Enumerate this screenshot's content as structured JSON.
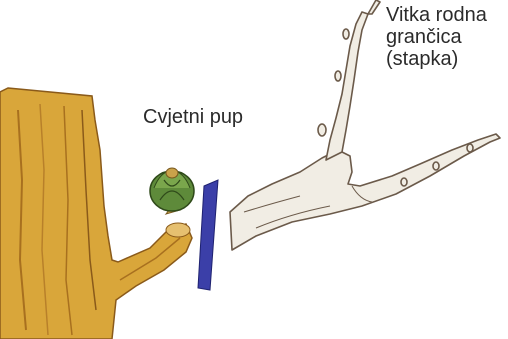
{
  "labels": {
    "flower_bud": "Cvjetni pup",
    "twig": [
      "Vitka rodna",
      "grančica",
      "(stapka)"
    ]
  },
  "colors": {
    "trunk": "#d9a63a",
    "trunk_shadow": "#a8701f",
    "bud": "#5e8a3a",
    "cut_line": "#3b3fa8",
    "branch": "#f1ede4",
    "branch_outline": "#6b5a4a"
  }
}
